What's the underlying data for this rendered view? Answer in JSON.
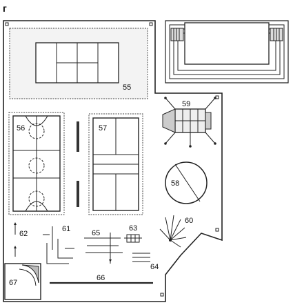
{
  "figure_letter": "г",
  "labels": {
    "l55": "55",
    "l56": "56",
    "l57": "57",
    "l58": "58",
    "l59": "59",
    "l60": "60",
    "l61": "61",
    "l62": "62",
    "l63": "63",
    "l64": "64",
    "l65": "65",
    "l66": "66",
    "l67": "67"
  }
}
